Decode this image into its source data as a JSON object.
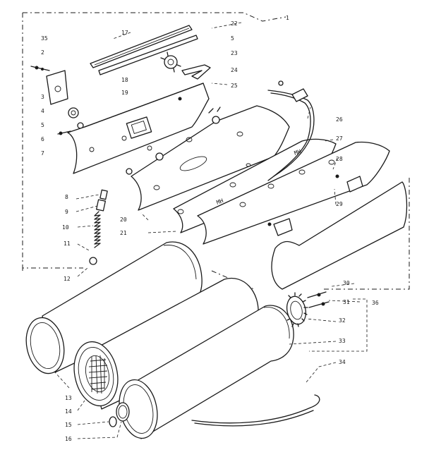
{
  "diagram": {
    "callouts": [
      "1",
      "2",
      "3",
      "4",
      "5",
      "6",
      "7",
      "8",
      "9",
      "10",
      "11",
      "12",
      "13",
      "14",
      "15",
      "16",
      "17",
      "18",
      "19",
      "20",
      "21",
      "22",
      "5",
      "23",
      "24",
      "25",
      "26",
      "27",
      "28",
      "29",
      "30",
      "31",
      "32",
      "33",
      "34",
      "35",
      "36"
    ]
  },
  "colors": {
    "ink": "#1a1a1a",
    "paper": "#ffffff"
  }
}
